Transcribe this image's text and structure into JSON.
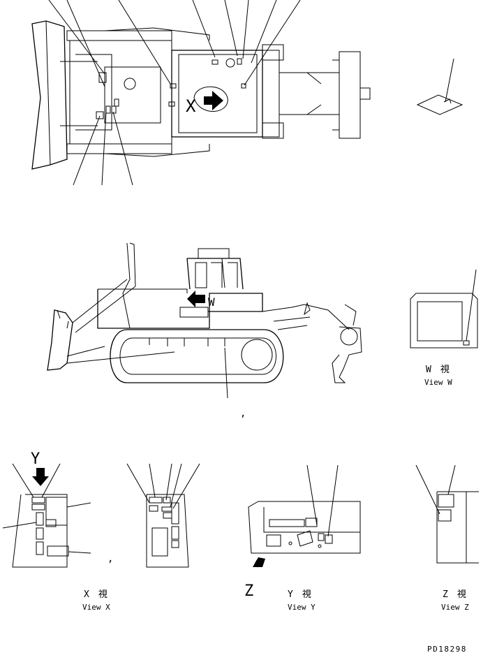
{
  "labels": {
    "x_letter": "X",
    "w_letter": "W",
    "y_letter": "Y",
    "z_letter": "Z",
    "comma_center": ",",
    "comma_viewx": ","
  },
  "views": {
    "w": {
      "jp": "W　視",
      "en": "View W"
    },
    "x": {
      "jp": "X　視",
      "en": "View X"
    },
    "y": {
      "jp": "Y　視",
      "en": "View Y"
    },
    "z": {
      "jp": "Z　視",
      "en": "View Z"
    }
  },
  "drawing_number": "PD18298"
}
